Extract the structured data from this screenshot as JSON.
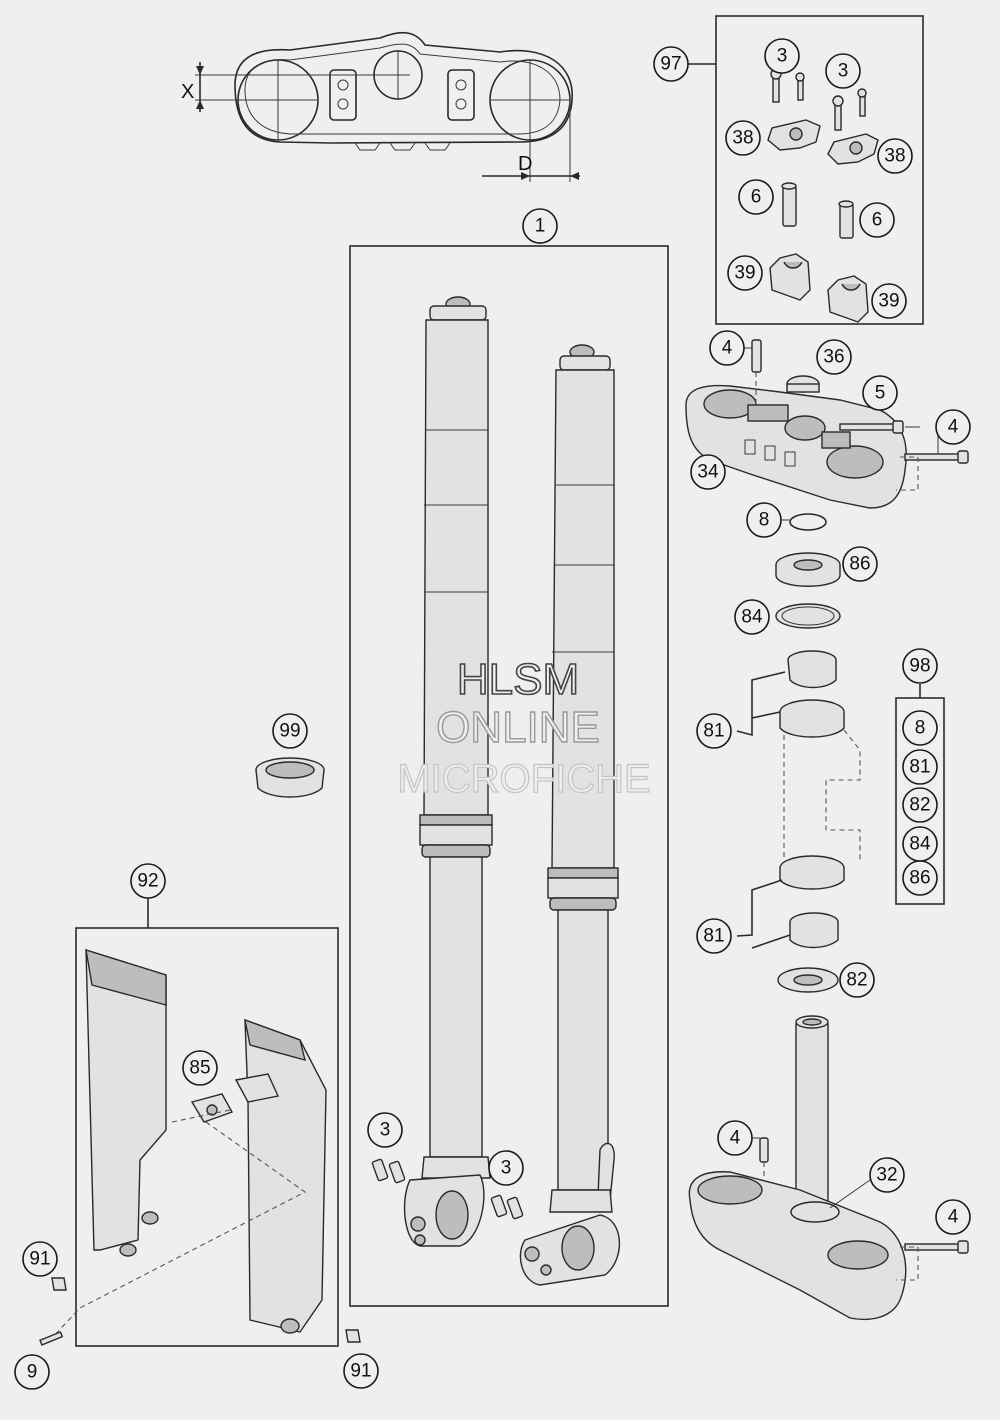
{
  "dimensions": {
    "x_label": "X",
    "d_label": "D"
  },
  "watermark": {
    "line1": "HLSM",
    "line2": "ONLINE",
    "line3": "MICROFICHE"
  },
  "callouts": {
    "fork_assembly": "1",
    "kit_97": "97",
    "screw_3_a": "3",
    "screw_3_b": "3",
    "clamp_38_a": "38",
    "clamp_38_b": "38",
    "screw_6_a": "6",
    "screw_6_b": "6",
    "clamp_39_a": "39",
    "clamp_39_b": "39",
    "screw_4_upper": "4",
    "nut_36": "36",
    "screw_5": "5",
    "screw_4_right": "4",
    "triple_clamp_34": "34",
    "oring_8": "8",
    "ring_86": "86",
    "seal_84": "84",
    "bearing_81_upper": "81",
    "bearing_81_lower": "81",
    "ring_82": "82",
    "kit_98": "98",
    "kit98_8": "8",
    "kit98_81": "81",
    "kit98_82": "82",
    "kit98_84": "84",
    "kit98_86": "86",
    "nut_99": "99",
    "guard_92": "92",
    "bracket_85": "85",
    "screw_3_fork_left": "3",
    "screw_3_fork_right": "3",
    "screw_4_lower": "4",
    "lower_clamp_32": "32",
    "screw_4_lower_right": "4",
    "screw_91_left": "91",
    "screw_9": "9",
    "screw_91_right": "91"
  }
}
